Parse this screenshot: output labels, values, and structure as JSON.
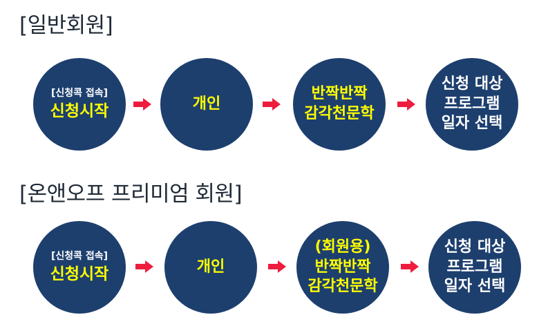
{
  "rows": [
    {
      "title": "[일반회원]",
      "steps": [
        {
          "small": "[신청콕 접속]",
          "big": "신청시작"
        },
        {
          "lines": [
            "개인"
          ]
        },
        {
          "lines": [
            "반짝반짝",
            "감각천문학"
          ]
        },
        {
          "lines": [
            "신청 대상",
            "프로그램",
            "일자 선택"
          ]
        }
      ]
    },
    {
      "title": "[온앤오프 프리미엄 회원]",
      "steps": [
        {
          "small": "[신청콕 접속]",
          "big": "신청시작"
        },
        {
          "lines": [
            "개인"
          ]
        },
        {
          "lines": [
            "(회원용)",
            "반짝반짝",
            "감각천문학"
          ]
        },
        {
          "lines": [
            "신청 대상",
            "프로그램",
            "일자 선택"
          ]
        }
      ]
    }
  ],
  "colors": {
    "circle": "#1d3f6e",
    "highlight": "#ffff00",
    "arrow": "#ee1c3d",
    "title": "#1f2a36"
  },
  "icons": {
    "arrow": "arrow-right-icon"
  }
}
